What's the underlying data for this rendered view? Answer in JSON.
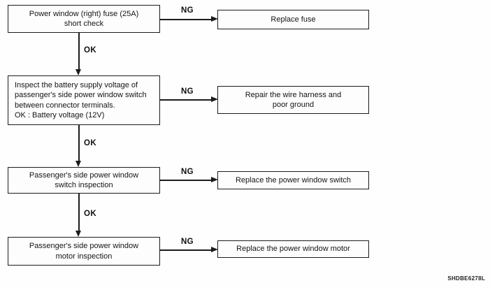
{
  "diagram": {
    "type": "troubleshooting-flowchart",
    "labels": {
      "ok": "OK",
      "ng": "NG"
    },
    "figure_code": "SHDBE6278L",
    "colors": {
      "line": "#1c1c1c",
      "background": "#fefefe",
      "text": "#141414"
    },
    "steps": [
      {
        "check": "Power window (right) fuse (25A)\nshort check",
        "ng_action": "Replace fuse"
      },
      {
        "check": "Inspect the battery supply voltage of\npassenger's side power window switch\nbetween connector terminals.\nOK : Battery voltage (12V)",
        "ng_action": "Repair the wire harness and\npoor ground"
      },
      {
        "check": "Passenger's side power window\nswitch inspection",
        "ng_action": "Replace the power window switch"
      },
      {
        "check": "Passenger's side power window\nmotor inspection",
        "ng_action": "Replace the power window motor"
      }
    ]
  }
}
